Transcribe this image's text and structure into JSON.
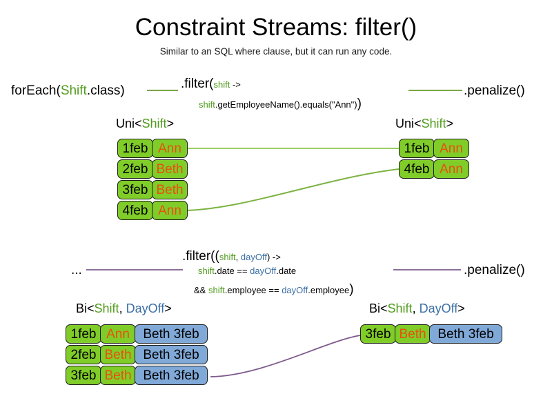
{
  "slide": {
    "title": "Constraint Streams: filter()",
    "subtitle": "Similar to an SQL where clause, but it can run any code."
  },
  "colors": {
    "green_text": "#4f9b1b",
    "blue_text": "#3a6ea5",
    "orange_text": "#e8500f",
    "pill_green": "#80cc28",
    "pill_blue": "#80a9d8",
    "wire_green": "#7cb342",
    "wire_purple": "#7d5a8c",
    "pill_border": "#1c1c1c"
  },
  "uni_example": {
    "source_call": {
      "prefix": "forEach(",
      "type": "Shift",
      "suffix": ".class)"
    },
    "filter": {
      "head_method": ".filter(",
      "head_param": "shift",
      "head_arrow": " ->",
      "body_var": "shift",
      "body_rest": ".getEmployeeName().equals(\"Ann\")",
      "close_paren": ")"
    },
    "terminal_call": ".penalize()",
    "input_stream": {
      "label_prefix": "Uni<",
      "label_type": "Shift",
      "label_suffix": ">",
      "rows": [
        {
          "date": "1feb",
          "name": "Ann"
        },
        {
          "date": "2feb",
          "name": "Beth"
        },
        {
          "date": "3feb",
          "name": "Beth"
        },
        {
          "date": "4feb",
          "name": "Ann"
        }
      ]
    },
    "output_stream": {
      "label_prefix": "Uni<",
      "label_type": "Shift",
      "label_suffix": ">",
      "rows": [
        {
          "date": "1feb",
          "name": "Ann"
        },
        {
          "date": "4feb",
          "name": "Ann"
        }
      ]
    },
    "matches": [
      {
        "from_row": 0,
        "to_row": 0
      },
      {
        "from_row": 3,
        "to_row": 1
      }
    ]
  },
  "bi_example": {
    "source_call": "...",
    "filter": {
      "head_method": ".filter((",
      "head_param1": "shift",
      "head_comma": ", ",
      "head_param2": "dayOff",
      "head_arrow": ") ->",
      "line2_var1": "shift",
      "line2_mid": ".date == ",
      "line2_var2": "dayOff",
      "line2_end": ".date",
      "line3_op": "&& ",
      "line3_var1": "shift",
      "line3_mid": ".employee == ",
      "line3_var2": "dayOff",
      "line3_end": ".employee",
      "close_paren": ")"
    },
    "terminal_call": ".penalize()",
    "input_stream": {
      "label_prefix": "Bi<",
      "label_type1": "Shift",
      "label_comma": ", ",
      "label_type2": "DayOff",
      "label_suffix": ">",
      "rows": [
        {
          "date": "1feb",
          "name": "Ann",
          "dayoff": "Beth 3feb"
        },
        {
          "date": "2feb",
          "name": "Beth",
          "dayoff": "Beth 3feb"
        },
        {
          "date": "3feb",
          "name": "Beth",
          "dayoff": "Beth 3feb"
        }
      ]
    },
    "output_stream": {
      "label_prefix": "Bi<",
      "label_type1": "Shift",
      "label_comma": ", ",
      "label_type2": "DayOff",
      "label_suffix": ">",
      "rows": [
        {
          "date": "3feb",
          "name": "Beth",
          "dayoff": "Beth 3feb"
        }
      ]
    },
    "matches": [
      {
        "from_row": 2,
        "to_row": 0
      }
    ]
  }
}
